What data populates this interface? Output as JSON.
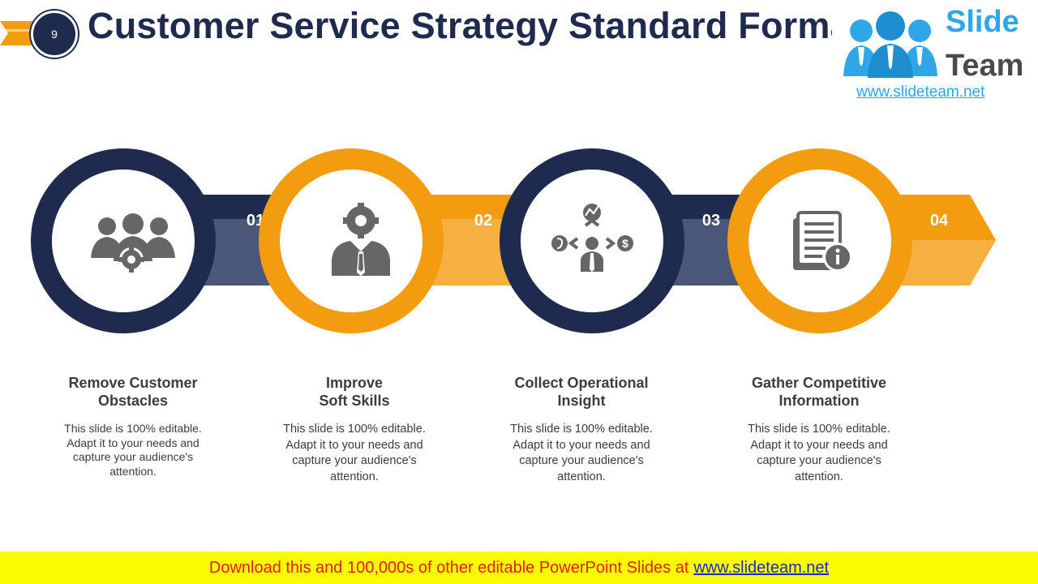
{
  "slide": {
    "number": "9",
    "title": "Customer Service Strategy Standard Format"
  },
  "logo": {
    "slide_word": "Slide",
    "team_word": "Team",
    "url": "www.slideteam.net"
  },
  "colors": {
    "navy": "#1e2b4e",
    "navy_light": "#4b5778",
    "orange": "#f29c0e",
    "orange_light": "#f5b03f",
    "icon_gray": "#666666",
    "footer_bg": "#fafc00",
    "footer_text": "#e0201b",
    "footer_link": "#1c2ac8"
  },
  "steps": [
    {
      "number": "01",
      "icon": "team-gear-icon",
      "title": "Remove Customer\nObstacles",
      "description": "This slide is 100% editable. Adapt it to your needs and capture your audience's attention."
    },
    {
      "number": "02",
      "icon": "businessman-gear-icon",
      "title": "Improve\nSoft Skills",
      "description": "This slide is 100% editable. Adapt it to your needs and capture your audience's attention."
    },
    {
      "number": "03",
      "icon": "decision-options-icon",
      "title": "Collect Operational\nInsight",
      "description": "This slide is 100% editable. Adapt it to your needs and capture your audience's attention."
    },
    {
      "number": "04",
      "icon": "document-info-icon",
      "title": "Gather Competitive\nInformation",
      "description": "This slide is 100% editable. Adapt it to your needs and capture your audience's attention."
    }
  ],
  "footer": {
    "text": "Download this and 100,000s of other editable PowerPoint Slides at",
    "link": "www.slideteam.net"
  }
}
